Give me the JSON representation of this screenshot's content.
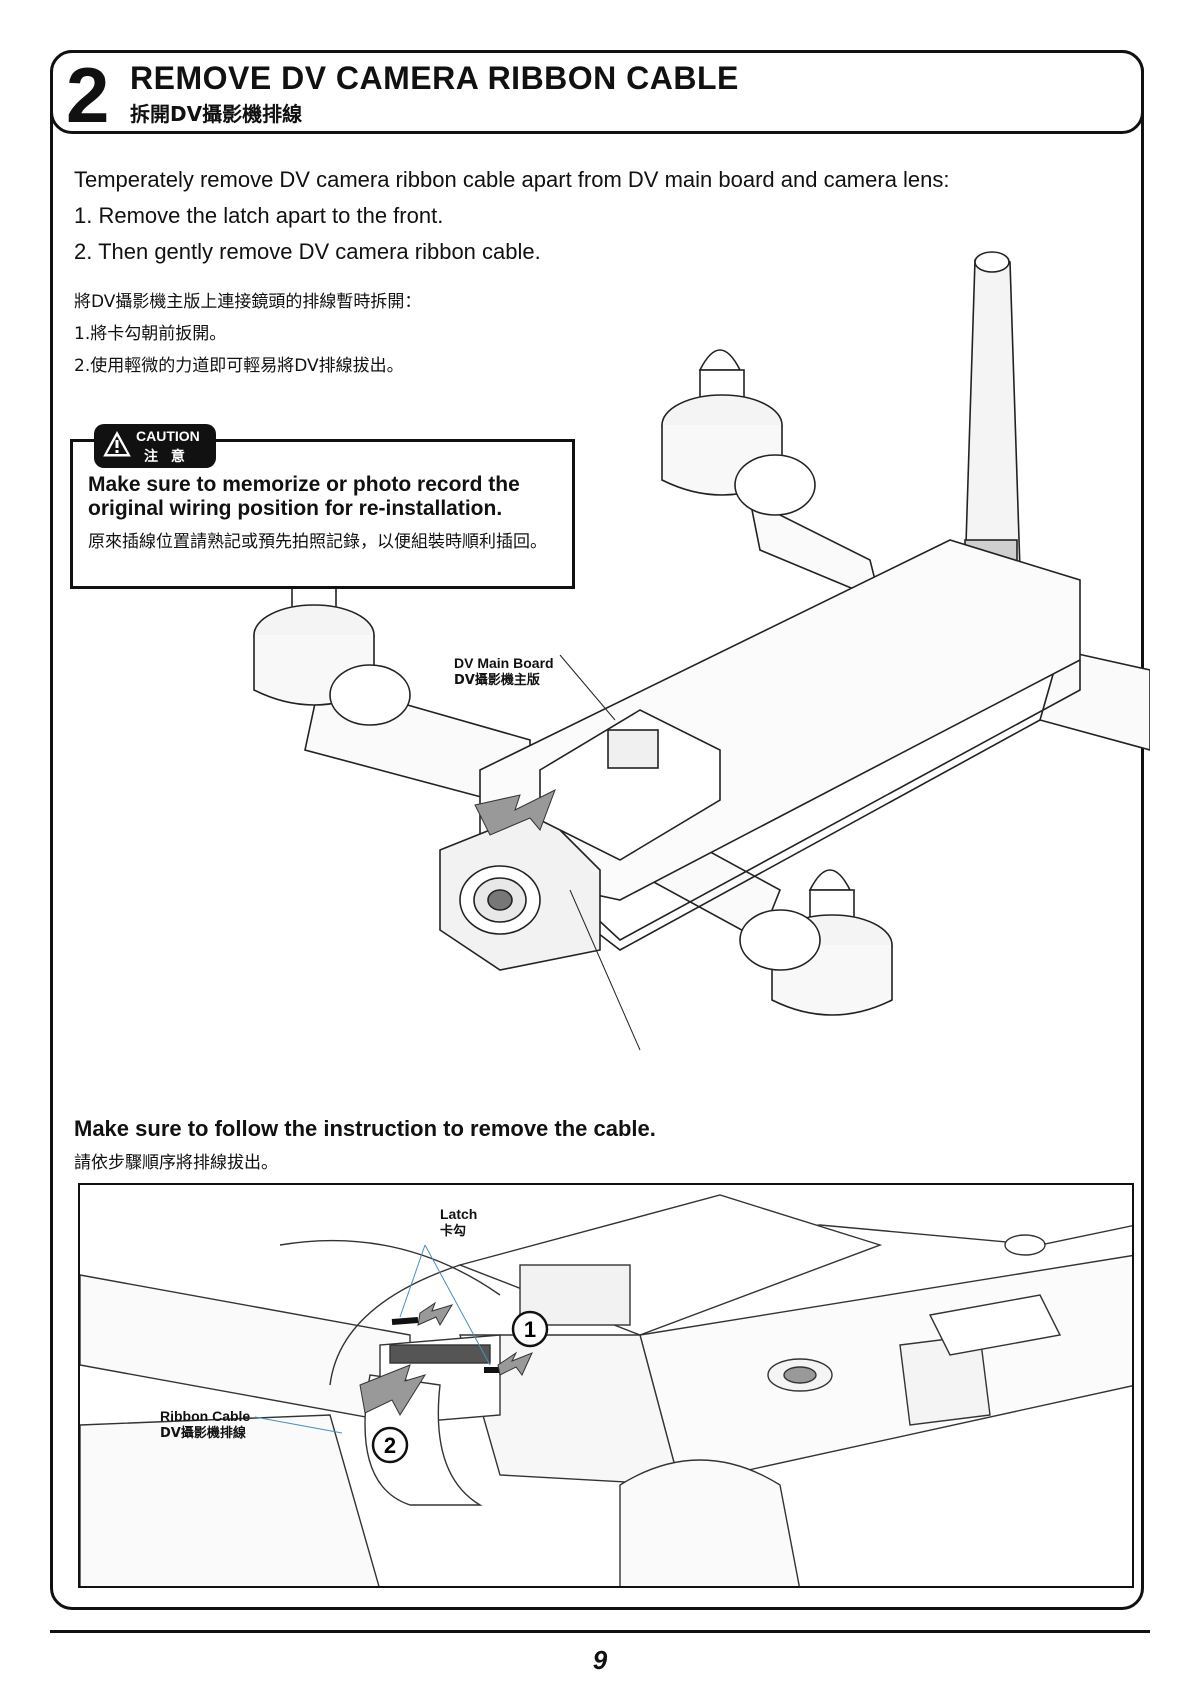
{
  "header": {
    "step_number": "2",
    "title_en": "REMOVE DV CAMERA RIBBON CABLE",
    "title_zh": "拆開DV攝影機排線"
  },
  "intro_en": {
    "lead": "Temperately remove DV camera ribbon cable apart from DV main board and camera lens:",
    "steps": [
      "1. Remove the latch apart to the front.",
      "2. Then gently remove DV camera ribbon cable."
    ]
  },
  "intro_zh": {
    "lead": "將DV攝影機主版上連接鏡頭的排線暫時拆開：",
    "steps": [
      "1.將卡勾朝前扳開。",
      "2.使用輕微的力道即可輕易將DV排線拔出。"
    ]
  },
  "caution": {
    "tag_en": "CAUTION",
    "tag_zh": "注 意",
    "text_en": "Make sure to memorize or photo record the original wiring position for re-installation.",
    "text_zh": "原來插線位置請熟記或預先拍照記錄，以便組裝時順利插回。"
  },
  "main_diagram": {
    "board_label_en": "DV Main Board",
    "board_label_zh": "DV攝影機主版"
  },
  "follow": {
    "text_en": "Make sure to follow the instruction to remove the cable.",
    "text_zh": "請依步驟順序將排線拔出。"
  },
  "detail_diagram": {
    "latch_label_en": "Latch",
    "latch_label_zh": "卡勾",
    "ribbon_label_en": "Ribbon Cable",
    "ribbon_label_zh": "DV攝影機排線",
    "marker_1": "1",
    "marker_2": "2"
  },
  "footer": {
    "page_number": "9"
  }
}
